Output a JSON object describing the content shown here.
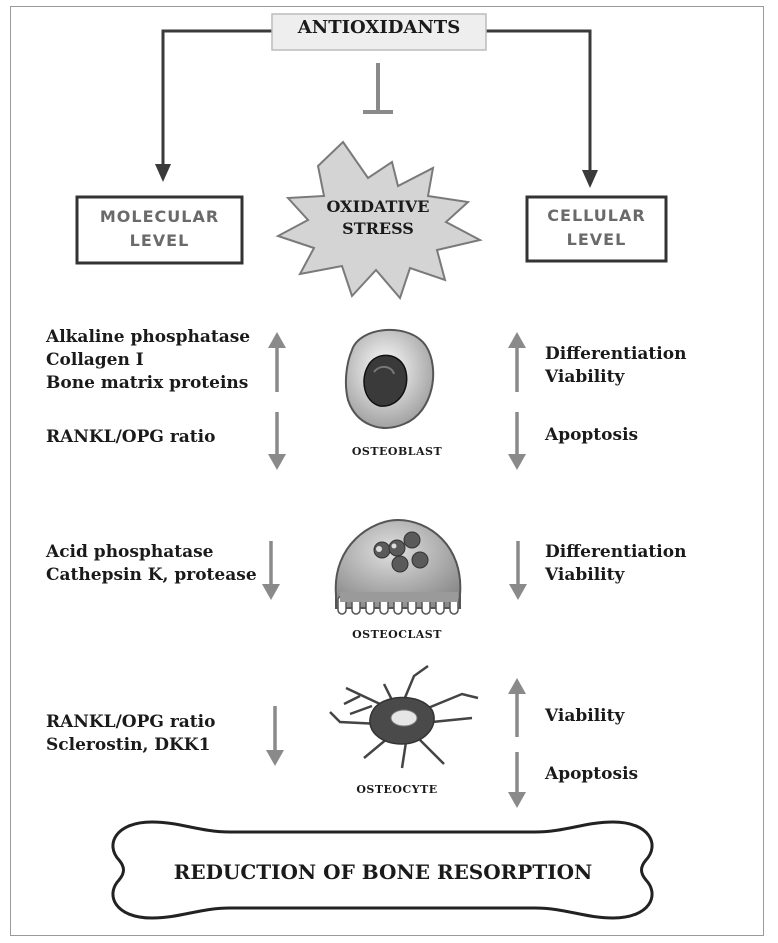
{
  "header": {
    "title": "ANTIOXIDANTS"
  },
  "center": {
    "title_line1": "OXIDATIVE",
    "title_line2": "STRESS"
  },
  "left_box": {
    "line1": "MOLECULAR",
    "line2": "LEVEL"
  },
  "right_box": {
    "line1": "CELLULAR",
    "line2": "LEVEL"
  },
  "osteoblast": {
    "label": "OSTEOBLAST",
    "molecular_up": [
      "Alkaline phosphatase",
      "Collagen I",
      "Bone matrix proteins"
    ],
    "molecular_down": [
      "RANKL/OPG ratio"
    ],
    "cellular_up": [
      "Differentiation",
      "Viability"
    ],
    "cellular_down": [
      "Apoptosis"
    ]
  },
  "osteoclast": {
    "label": "OSTEOCLAST",
    "molecular_down": [
      "Acid phosphatase",
      "Cathepsin K, protease"
    ],
    "cellular_down": [
      "Differentiation",
      "Viability"
    ]
  },
  "osteocyte": {
    "label": "OSTEOCYTE",
    "molecular_down": [
      "RANKL/OPG ratio",
      "Sclerostin, DKK1"
    ],
    "cellular_up": [
      "Viability"
    ],
    "cellular_down": [
      "Apoptosis"
    ]
  },
  "footer": {
    "title": "REDUCTION OF BONE RESORPTION"
  }
}
